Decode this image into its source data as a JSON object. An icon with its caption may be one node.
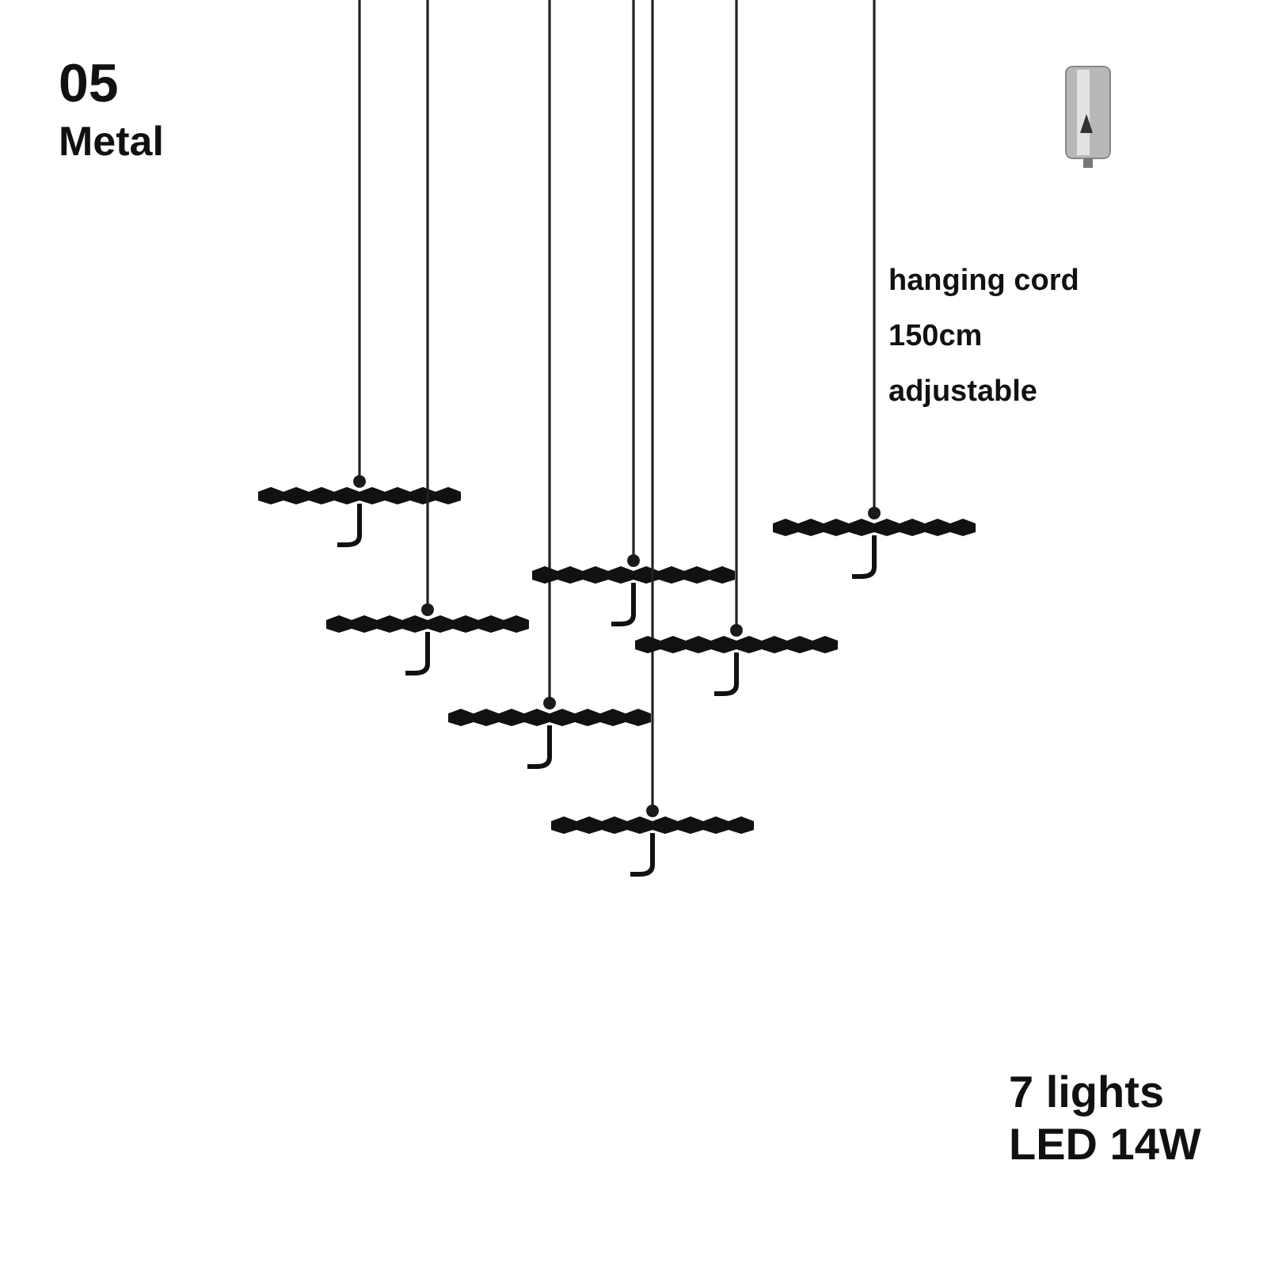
{
  "diagram": {
    "labels": [
      "05",
      "Metal",
      "hanging cord",
      "150cm",
      "adjustable",
      "7 lights",
      "LED 14W"
    ]
  }
}
